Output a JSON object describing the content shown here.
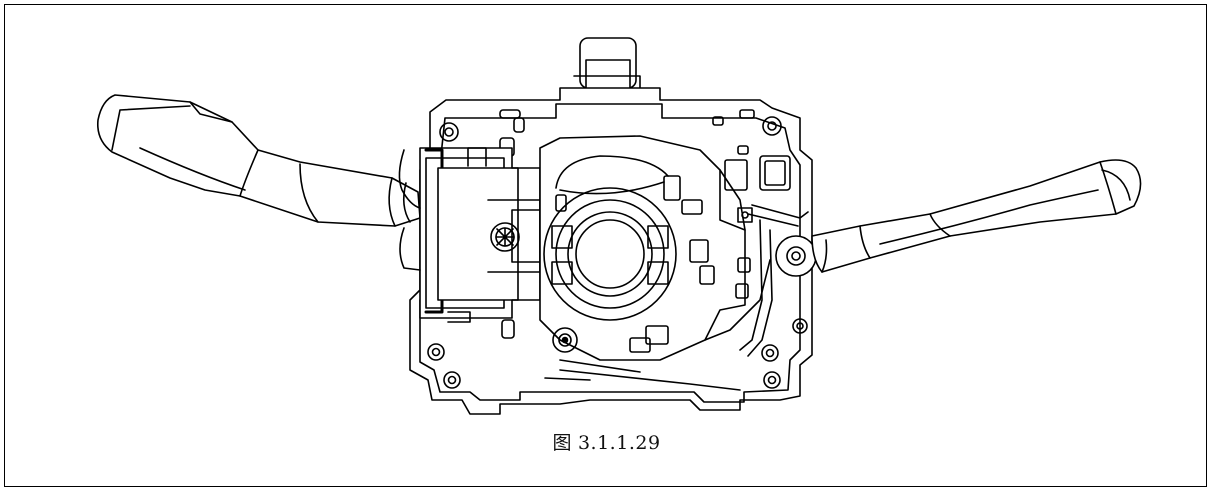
{
  "figure": {
    "caption_prefix": "图",
    "caption_number": "3.1.1.29",
    "subject": "combination-switch-assembly"
  },
  "colors": {
    "line": "#000000",
    "background": "#ffffff"
  },
  "icons": {
    "left_lever": "left-lever-stalk",
    "right_lever": "right-lever-stalk",
    "center_ring": "steering-ring",
    "housing": "switch-housing"
  }
}
